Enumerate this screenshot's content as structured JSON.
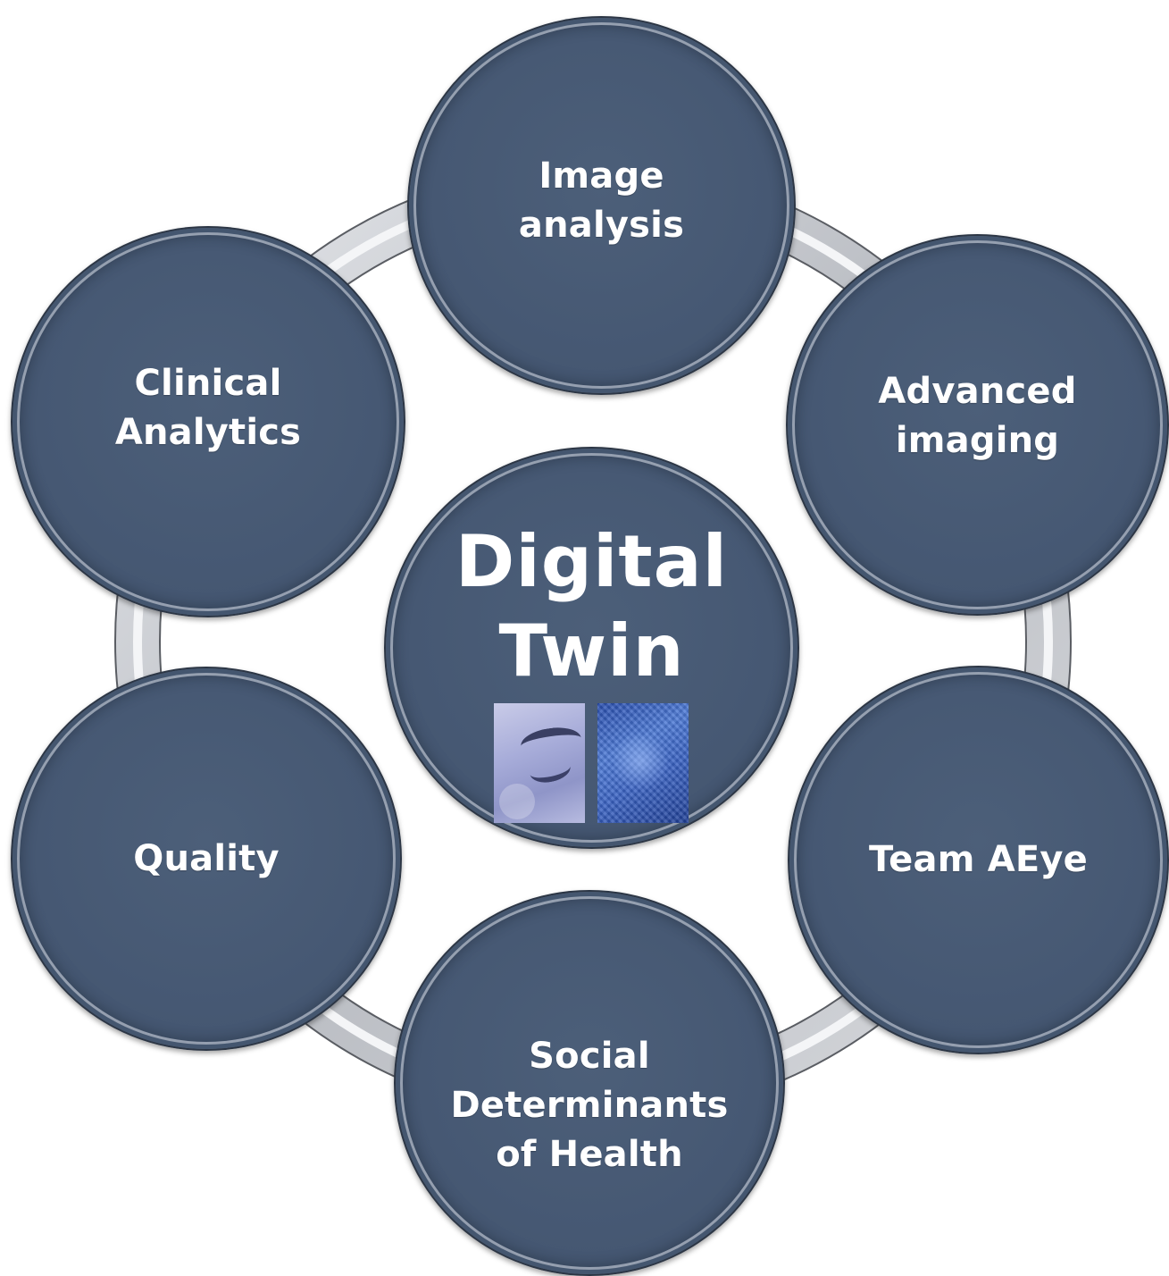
{
  "diagram": {
    "center": {
      "title": "Digital\nTwin",
      "images": [
        "human-eye-photo",
        "digital-face-render"
      ]
    },
    "nodes": [
      {
        "id": "image-analysis",
        "label": "Image\nanalysis"
      },
      {
        "id": "advanced-imaging",
        "label": "Advanced\nimaging"
      },
      {
        "id": "team-aeye",
        "label": "Team AEye"
      },
      {
        "id": "social",
        "label": "Social\nDeterminants\nof Health"
      },
      {
        "id": "quality",
        "label": "Quality"
      },
      {
        "id": "clinical",
        "label": "Clinical\nAnalytics"
      }
    ],
    "colors": {
      "node_fill": "#465873",
      "node_border": "#2c3645",
      "ring": "#c4c6ca",
      "text": "#ffffff"
    }
  }
}
